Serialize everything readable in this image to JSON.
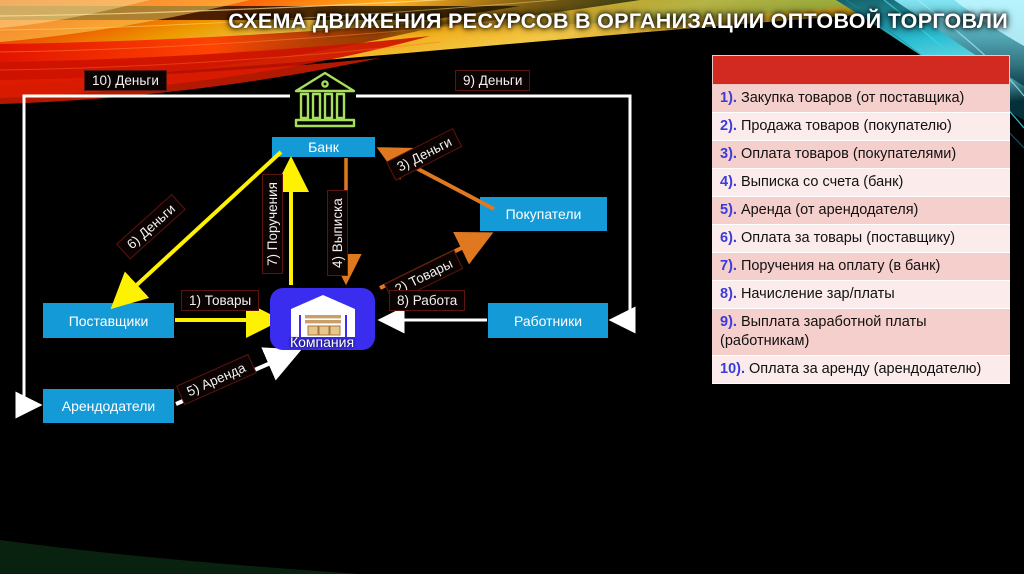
{
  "title": "СХЕМА ДВИЖЕНИЯ РЕСУРСОВ В ОРГАНИЗАЦИИ ОПТОВОЙ ТОРГОВЛИ",
  "colors": {
    "node": "#149ad6",
    "company": "#3a2df0",
    "panel_header": "#d22a20",
    "row_odd": "#f5cfcc",
    "row_even": "#fbeceb",
    "number": "#3b3bd8",
    "arrow_yellow": "#fff200",
    "arrow_orange": "#e07820",
    "arrow_white": "#ffffff",
    "bank_icon": "#a6e05a"
  },
  "panel": {
    "header_label": "",
    "items": [
      {
        "num": "1).",
        "text": " Закупка товаров (от поставщика)"
      },
      {
        "num": "2).",
        "text": " Продажа товаров (покупателю)"
      },
      {
        "num": "3).",
        "text": " Оплата товаров (покупателями)"
      },
      {
        "num": "4).",
        "text": " Выписка со счета (банк)"
      },
      {
        "num": "5).",
        "text": " Аренда (от арендодателя)"
      },
      {
        "num": "6).",
        "text": " Оплата за товары (поставщику)"
      },
      {
        "num": "7).",
        "text": " Поручения на оплату (в банк)"
      },
      {
        "num": "8).",
        "text": " Начисление зар/платы"
      },
      {
        "num": "9).",
        "text": " Выплата заработной платы (работникам)"
      },
      {
        "num": "10).",
        "text": " Оплата за аренду (арендодателю)"
      }
    ]
  },
  "diagram": {
    "nodes": {
      "bank": "Банк",
      "company": "Компания",
      "suppliers": "Поставщики",
      "landlords": "Арендодатели",
      "buyers": "Покупатели",
      "workers": "Работники"
    },
    "icons": {
      "bank": "bank-building-icon",
      "company": "warehouse-icon"
    },
    "edge_labels": {
      "e1": "1) Товары",
      "e2": "2) Товары",
      "e3": "3) Деньги",
      "e4": "4) Выписка",
      "e5": "5) Аренда",
      "e6": "6) Деньги",
      "e7": "7) Поручения",
      "e8": "8) Работа",
      "e9": "9) Деньги",
      "e10": "10) Деньги"
    }
  }
}
